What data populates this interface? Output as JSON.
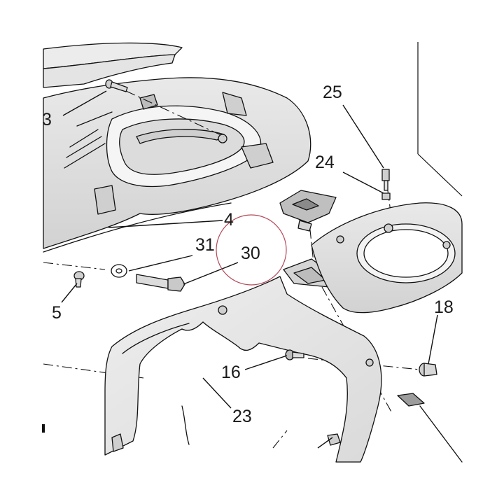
{
  "diagram": {
    "callouts": [
      {
        "id": "3",
        "text": "3"
      },
      {
        "id": "4",
        "text": "4"
      },
      {
        "id": "5",
        "text": "5"
      },
      {
        "id": "16",
        "text": "16"
      },
      {
        "id": "18",
        "text": "18"
      },
      {
        "id": "23",
        "text": "23"
      },
      {
        "id": "24",
        "text": "24"
      },
      {
        "id": "25",
        "text": "25"
      },
      {
        "id": "30",
        "text": "30"
      },
      {
        "id": "31",
        "text": "31"
      }
    ],
    "highlight_color": "#b5485a",
    "ink_color": "#111111"
  }
}
